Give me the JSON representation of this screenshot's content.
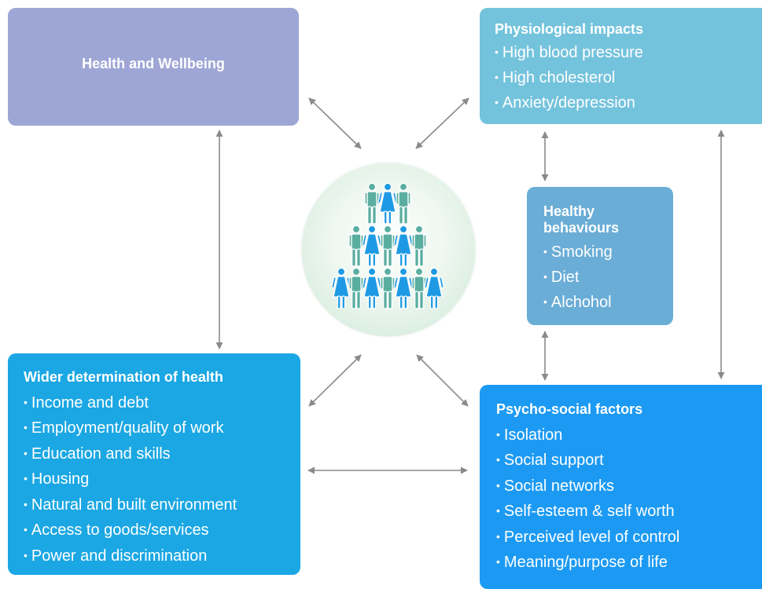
{
  "health": {
    "title": "Health and Wellbeing"
  },
  "physiological": {
    "title": "Physiological impacts",
    "items": [
      "High blood pressure",
      "High cholesterol",
      "Anxiety/depression"
    ]
  },
  "behaviours": {
    "title_line1": "Healthy",
    "title_line2": "behaviours",
    "items": [
      "Smoking",
      "Diet",
      "Alchohol"
    ]
  },
  "wider": {
    "title": "Wider determination of health",
    "items": [
      "Income and debt",
      "Employment/quality of work",
      "Education and skills",
      "Housing",
      "Natural and built environment",
      "Access to goods/services",
      "Power and discrimination"
    ]
  },
  "psychosocial": {
    "title": "Psycho-social factors",
    "items": [
      "Isolation",
      "Social support",
      "Social networks",
      "Self-esteem & self worth",
      "Perceived level of control",
      "Meaning/purpose of life"
    ]
  },
  "center": {
    "icon": "population-people-icon"
  },
  "colors": {
    "health": "#9ea6d6",
    "physiological": "#74c3dc",
    "behaviours": "#6aadd6",
    "wider": "#1ba7e3",
    "psychosocial": "#1c9af3",
    "arrow": "#8a8a8a",
    "person_teal": "#5aaea0",
    "person_blue": "#1e9ae4"
  }
}
